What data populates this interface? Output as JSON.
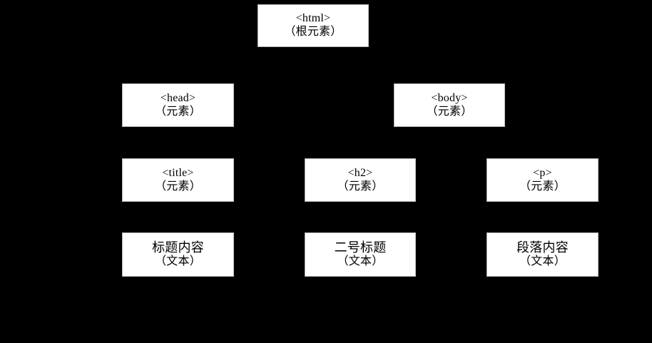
{
  "diagram": {
    "type": "dom-tree",
    "background_color": "#000000",
    "node_fill_color": "#ffffff",
    "node_text_color": "#000000",
    "connector_color": "#000000",
    "nodes": [
      {
        "id": "html",
        "tag": "<html>",
        "kind": "（根元素）"
      },
      {
        "id": "head",
        "tag": "<head>",
        "kind": "（元素）"
      },
      {
        "id": "body",
        "tag": "<body>",
        "kind": "（元素）"
      },
      {
        "id": "title",
        "tag": "<title>",
        "kind": "（元素）"
      },
      {
        "id": "h2",
        "tag": "<h2>",
        "kind": "（元素）"
      },
      {
        "id": "p",
        "tag": "<p>",
        "kind": "（元素）"
      },
      {
        "id": "title_text",
        "tag": "标题内容",
        "kind": "（文本）"
      },
      {
        "id": "h2_text",
        "tag": "二号标题",
        "kind": "（文本）"
      },
      {
        "id": "p_text",
        "tag": "段落内容",
        "kind": "（文本）"
      }
    ],
    "edges": [
      {
        "from": "html",
        "to": "head"
      },
      {
        "from": "html",
        "to": "body"
      },
      {
        "from": "head",
        "to": "title"
      },
      {
        "from": "body",
        "to": "h2"
      },
      {
        "from": "body",
        "to": "p"
      },
      {
        "from": "title",
        "to": "title_text"
      },
      {
        "from": "h2",
        "to": "h2_text"
      },
      {
        "from": "p",
        "to": "p_text"
      }
    ]
  }
}
